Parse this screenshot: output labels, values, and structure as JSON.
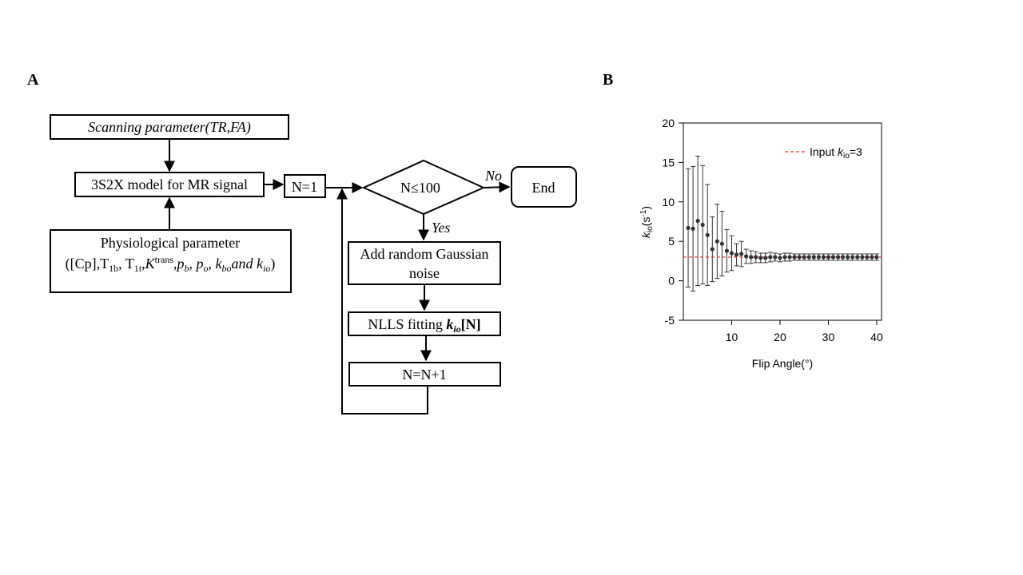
{
  "panel_a_label": "A",
  "panel_b_label": "B",
  "flowchart": {
    "scanning": "Scanning parameter(TR,FA)",
    "model": "3S2X model for MR signal",
    "physio_line1": "Physiological parameter",
    "physio_line2": {
      "open": "([Cp],T",
      "t1b_sub": "1b",
      "comma1": ", T",
      "t1t_sub": "1t",
      "comma2": ",",
      "k": "K",
      "k_sup": "trans",
      "comma3": ",",
      "pb": "p",
      "pb_sub": "b",
      "comma4": ", ",
      "po": "p",
      "po_sub": "o",
      "comma5": ", ",
      "kbo": "k",
      "kbo_sub": "bo",
      "and": "and ",
      "kio": "k",
      "kio_sub": "io",
      "close": ")"
    },
    "n1": "N=1",
    "decision": "N≤100",
    "no": "No",
    "yes": "Yes",
    "end": "End",
    "noise_line1": "Add random Gaussian",
    "noise_line2": "noise",
    "nlls_prefix": "NLLS fitting ",
    "nlls_k": "k",
    "nlls_sub": "io",
    "nlls_suffix": "[N]",
    "increment": "N=N+1"
  },
  "chart_data": {
    "type": "scatter",
    "xlabel": "Flip Angle(°)",
    "ylabel_parts": {
      "k": "k",
      "sub": "io",
      "unit_open": "(s",
      "sup": "-1",
      "unit_close": ")"
    },
    "xlim": [
      0,
      41
    ],
    "ylim": [
      -5,
      20
    ],
    "xticks": [
      10,
      20,
      30,
      40
    ],
    "yticks": [
      -5,
      0,
      5,
      10,
      15,
      20
    ],
    "legend": {
      "prefix": "Input ",
      "k": "k",
      "sub": "io",
      "suffix": "=3",
      "placement": "top-right"
    },
    "reference_line": {
      "y": 3,
      "color": "#e0362c"
    },
    "point_color": "#333333",
    "x": [
      1,
      2,
      3,
      4,
      5,
      6,
      7,
      8,
      9,
      10,
      11,
      12,
      13,
      14,
      15,
      16,
      17,
      18,
      19,
      20,
      21,
      22,
      23,
      24,
      25,
      26,
      27,
      28,
      29,
      30,
      31,
      32,
      33,
      34,
      35,
      36,
      37,
      38,
      39,
      40
    ],
    "y": [
      6.7,
      6.6,
      7.6,
      7.1,
      5.8,
      4.0,
      5.0,
      4.7,
      3.8,
      3.5,
      3.3,
      3.4,
      3.1,
      3.0,
      3.0,
      2.9,
      2.9,
      3.0,
      3.0,
      2.9,
      3.0,
      3.0,
      3.0,
      3.0,
      3.0,
      3.0,
      3.0,
      3.0,
      3.0,
      3.0,
      3.0,
      3.0,
      3.0,
      3.0,
      3.0,
      3.0,
      3.0,
      3.0,
      3.0,
      3.0
    ],
    "err": [
      7.5,
      7.9,
      8.2,
      7.5,
      6.4,
      4.1,
      4.7,
      4.1,
      2.7,
      2.2,
      1.4,
      1.6,
      0.9,
      0.8,
      0.7,
      0.6,
      0.6,
      0.6,
      0.5,
      0.5,
      0.5,
      0.5,
      0.4,
      0.4,
      0.4,
      0.4,
      0.4,
      0.4,
      0.4,
      0.4,
      0.4,
      0.4,
      0.4,
      0.4,
      0.4,
      0.4,
      0.4,
      0.4,
      0.4,
      0.4
    ]
  }
}
